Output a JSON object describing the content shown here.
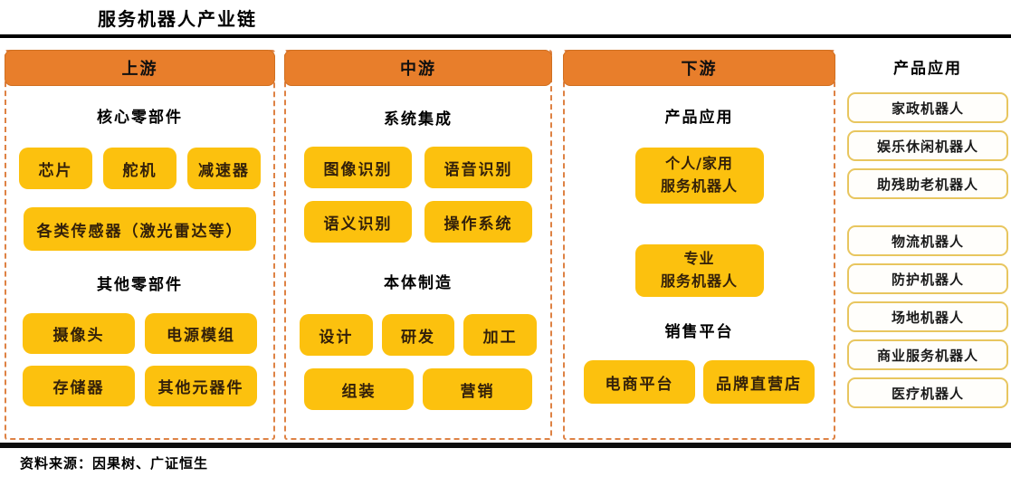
{
  "page": {
    "title": "服务机器人产业链",
    "source": "资料来源：因果树、广证恒生"
  },
  "colors": {
    "header_orange": "#E87E2B",
    "dashed_border_orange": "#DE8244",
    "gold_box": "#FCC10E",
    "side_box_border": "#E8C65F",
    "rule_black": "#000000"
  },
  "columns": [
    {
      "header": "上游",
      "sections": [
        {
          "label": "核心零部件",
          "rows": [
            [
              "芯片",
              "舵机",
              "减速器"
            ],
            [
              "各类传感器（激光雷达等）"
            ]
          ]
        },
        {
          "label": "其他零部件",
          "rows": [
            [
              "摄像头",
              "电源模组"
            ],
            [
              "存储器",
              "其他元器件"
            ]
          ]
        }
      ]
    },
    {
      "header": "中游",
      "sections": [
        {
          "label": "系统集成",
          "rows": [
            [
              "图像识别",
              "语音识别"
            ],
            [
              "语义识别",
              "操作系统"
            ]
          ]
        },
        {
          "label": "本体制造",
          "rows": [
            [
              "设计",
              "研发",
              "加工"
            ],
            [
              "组装",
              "营销"
            ]
          ]
        }
      ]
    },
    {
      "header": "下游",
      "sections": [
        {
          "label": "产品应用",
          "boxes": [
            "个人/家用\n服务机器人",
            "专业\n服务机器人"
          ]
        },
        {
          "label": "销售平台",
          "rows": [
            [
              "电商平台",
              "品牌直营店"
            ]
          ]
        }
      ]
    }
  ],
  "side_panel": {
    "title": "产品应用",
    "groups": [
      [
        "家政机器人",
        "娱乐休闲机器人",
        "助残助老机器人"
      ],
      [
        "物流机器人",
        "防护机器人",
        "场地机器人",
        "商业服务机器人",
        "医疗机器人"
      ]
    ]
  }
}
